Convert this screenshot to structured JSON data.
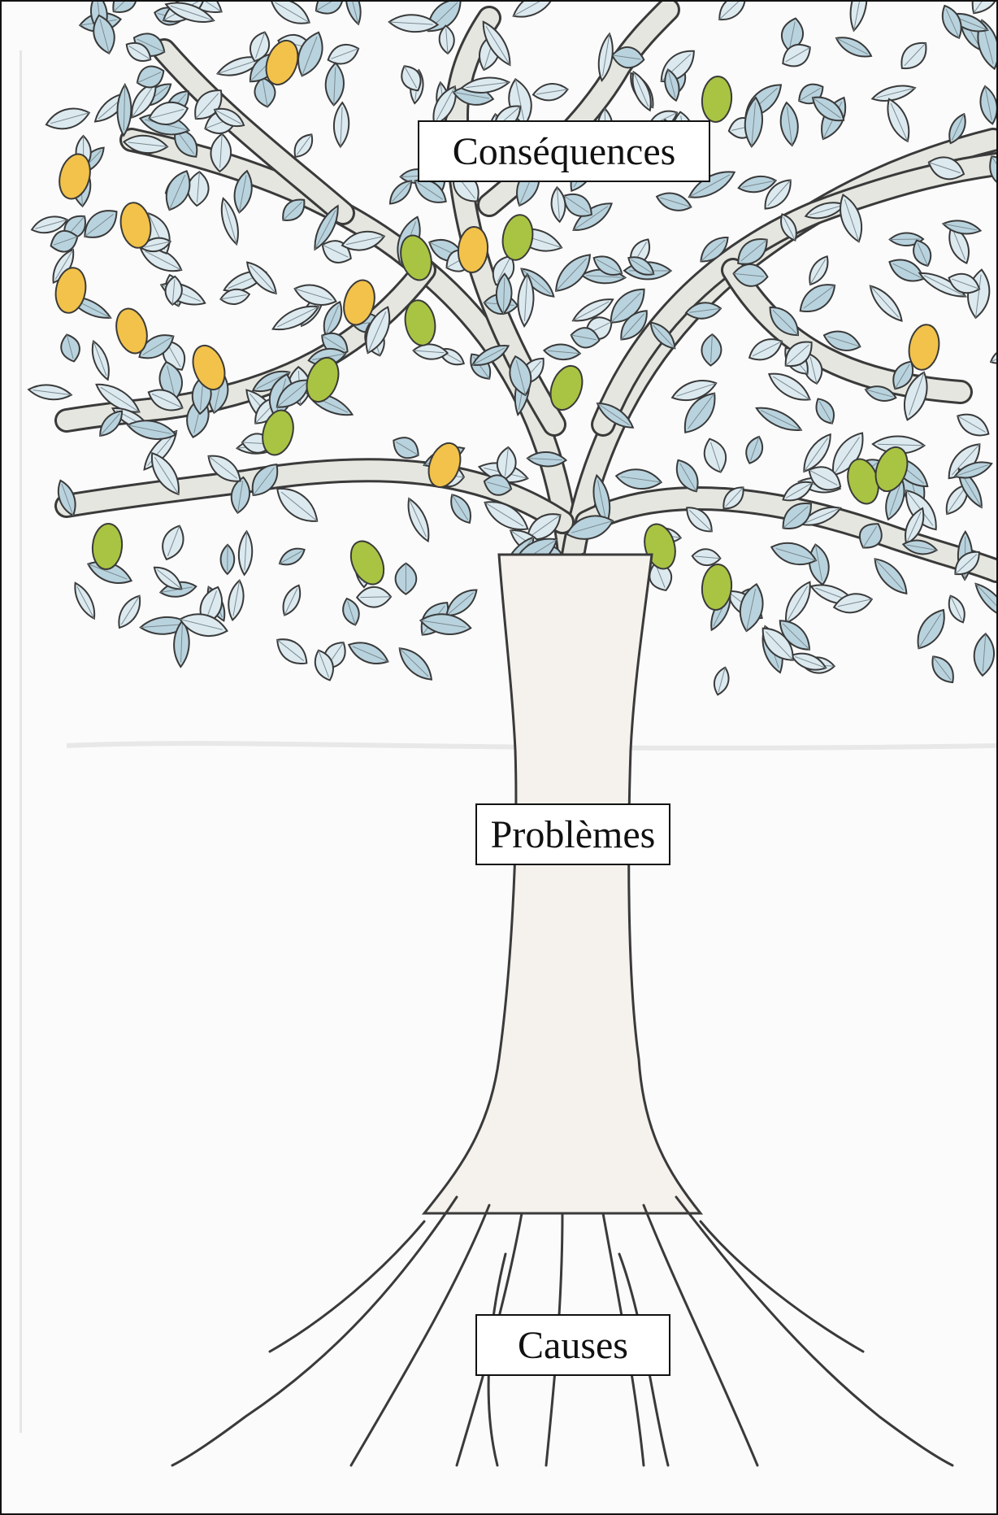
{
  "labels": {
    "consequences": "Conséquences",
    "problemes": "Problèmes",
    "causes": "Causes"
  },
  "colors": {
    "outline": "#3a3a3a",
    "leaf_fill": "#dceaf0",
    "leaf_shade": "#b9d3de",
    "mango_yellow": "#f2c24a",
    "mango_green": "#a9c443",
    "branch_fill": "#e4e6df",
    "trunk_fill": "#f3eee8"
  }
}
